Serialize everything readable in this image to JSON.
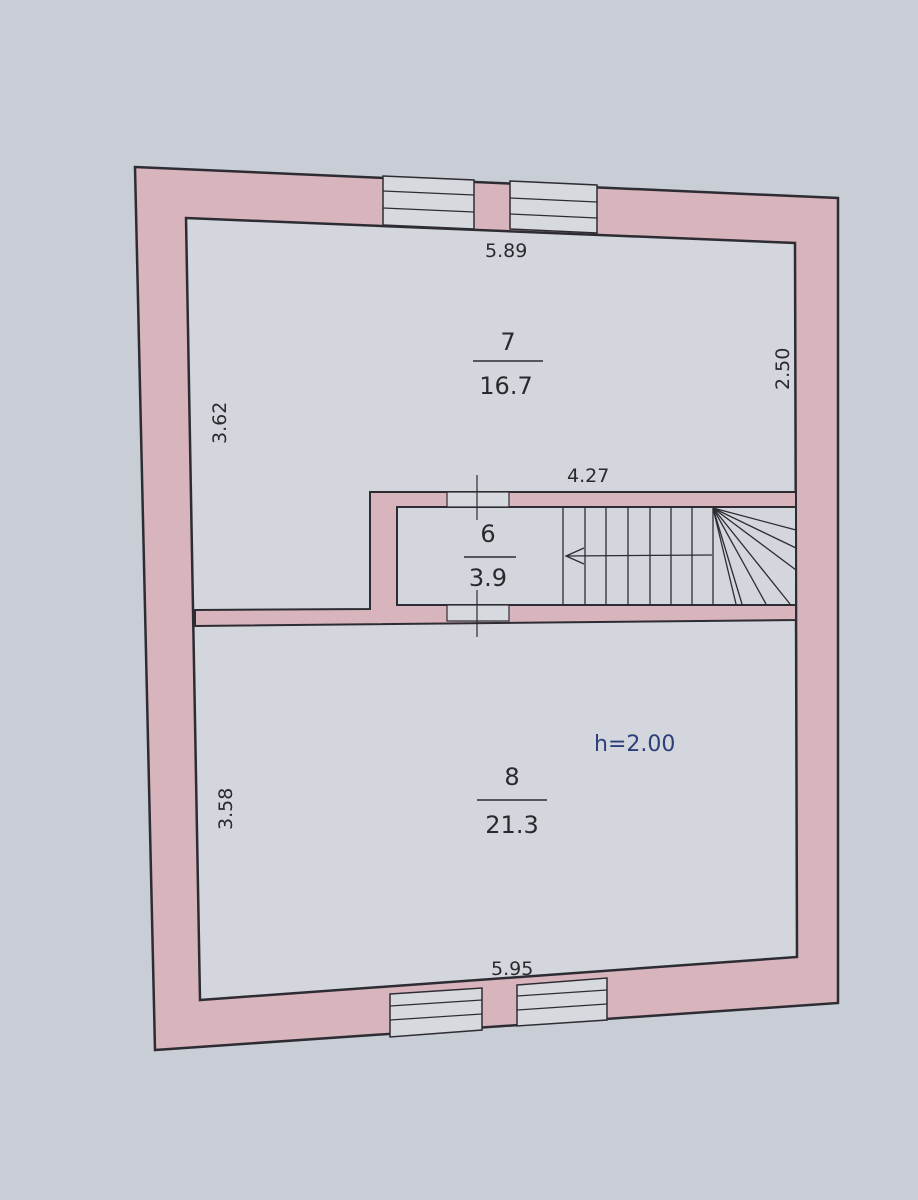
{
  "plan": {
    "colors": {
      "paper": "#c9ced6",
      "wall_fill": "#d8b5bd",
      "line": "#2e2c33",
      "window_fill": "#d6d9de",
      "height_note": "#2b3f7a"
    },
    "rooms": [
      {
        "number": "7",
        "area": "16.7"
      },
      {
        "number": "6",
        "area": "3.9"
      },
      {
        "number": "8",
        "area": "21.3"
      }
    ],
    "dimensions": {
      "top_wall": "5.89",
      "bottom_wall": "5.95",
      "left_upper": "3.62",
      "left_lower": "3.58",
      "right_upper": "2.50",
      "stair_wall": "4.27"
    },
    "height_note": "h=2.00"
  }
}
